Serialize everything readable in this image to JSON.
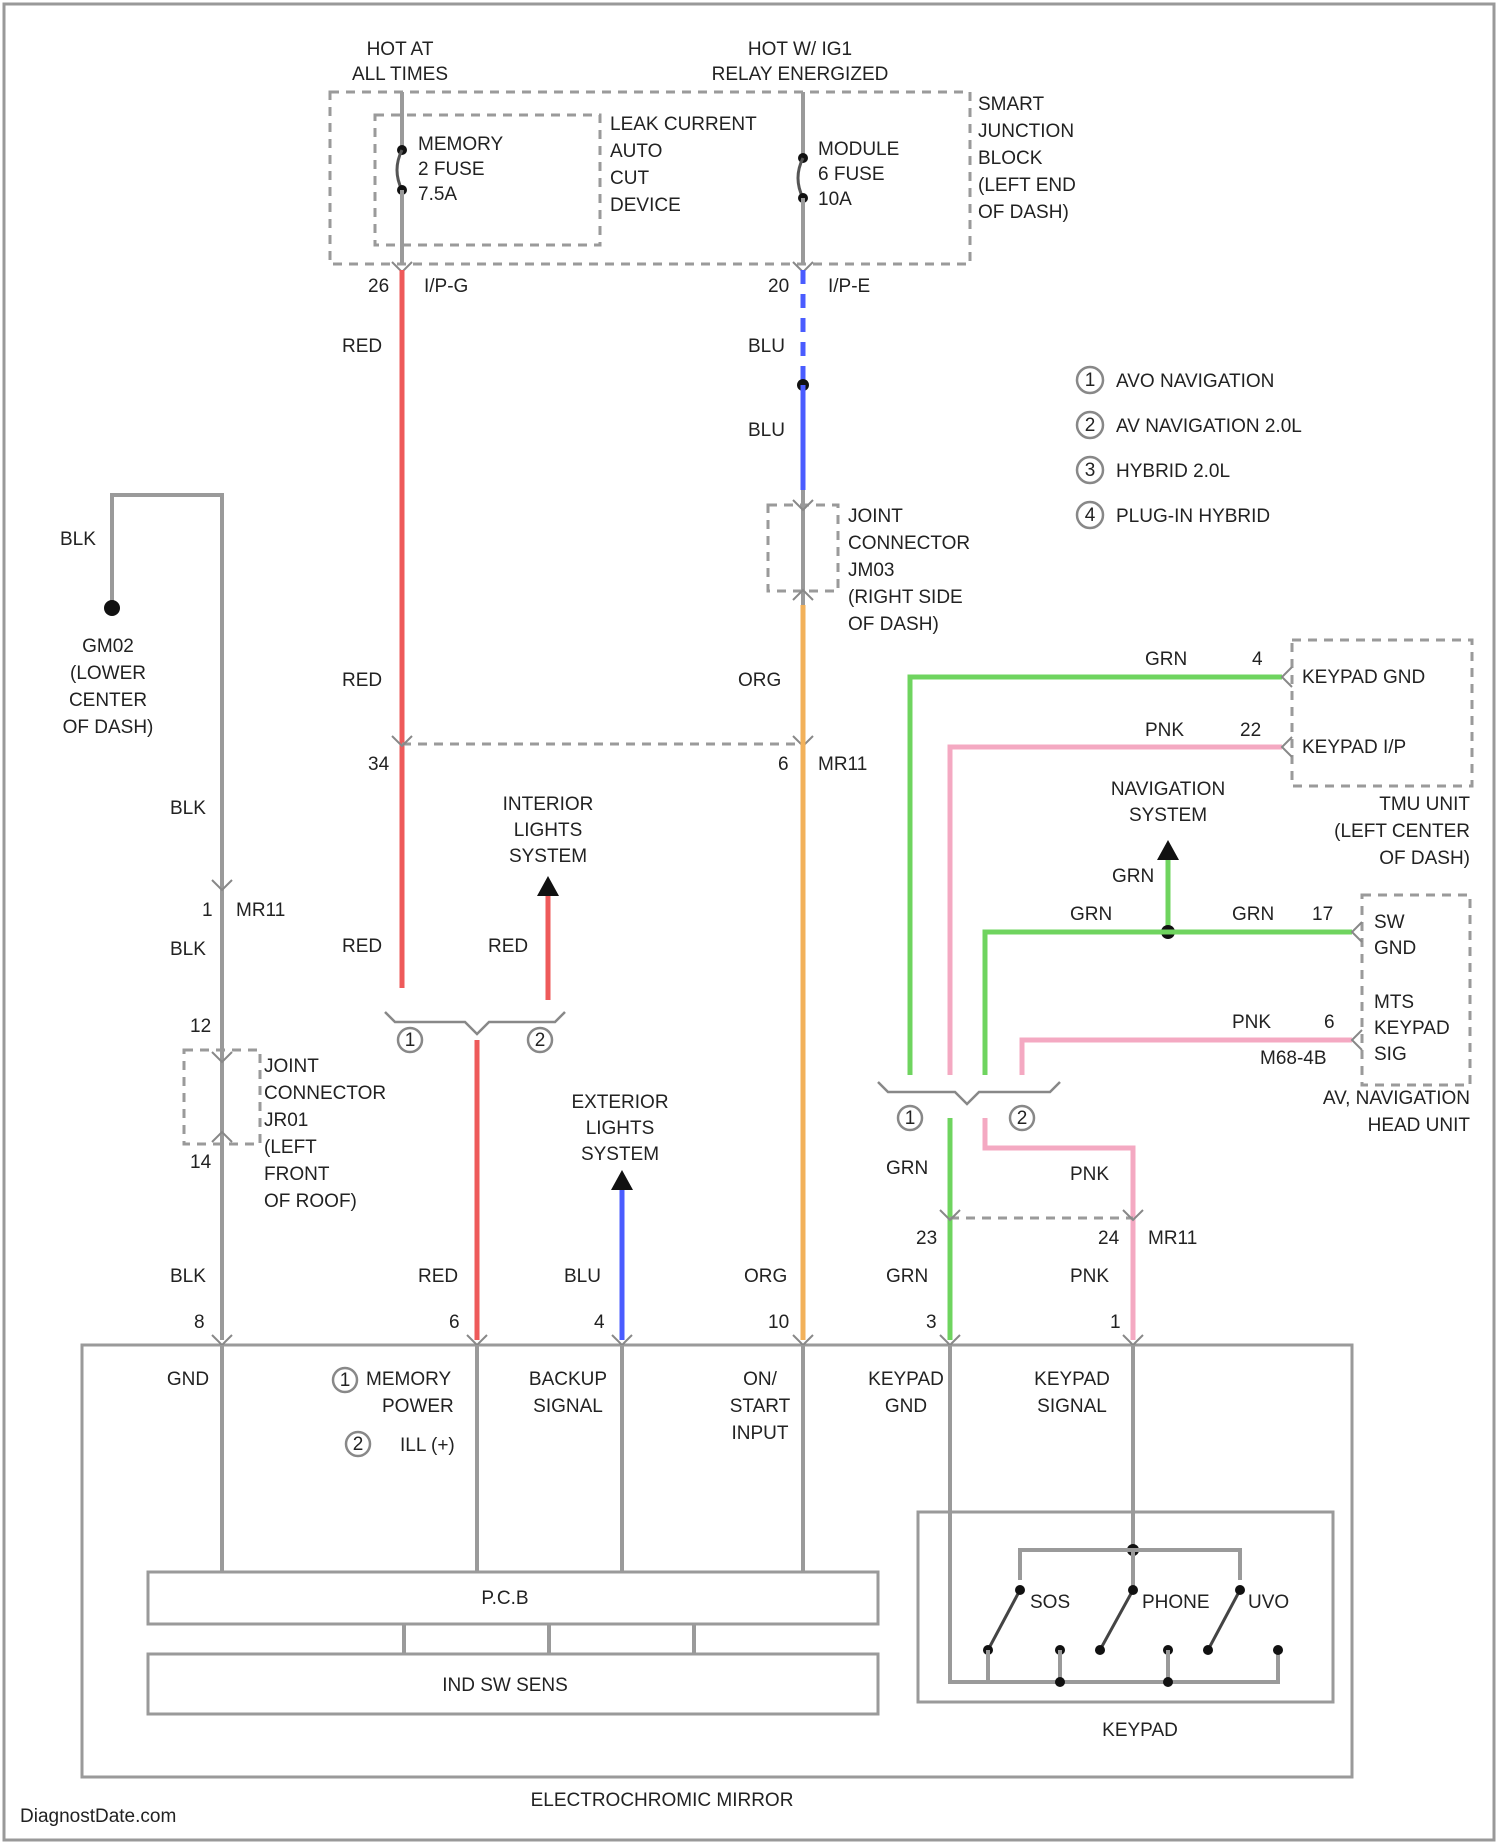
{
  "colors": {
    "red": "#ee5a5a",
    "blue": "#4a5cff",
    "orange": "#f2b15a",
    "green": "#6fd45f",
    "pink": "#f4a9c2",
    "gray": "#9a9a9a"
  },
  "power": {
    "hot_at_all_times_1": "HOT AT",
    "hot_at_all_times_2": "ALL TIMES",
    "hot_relay_1": "HOT W/ IG1",
    "hot_relay_2": "RELAY ENERGIZED"
  },
  "sjb": {
    "lines": [
      "SMART",
      "JUNCTION",
      "BLOCK",
      "(LEFT END",
      "OF DASH)"
    ]
  },
  "leak_current": {
    "lines": [
      "LEAK CURRENT",
      "AUTO",
      "CUT",
      "DEVICE"
    ]
  },
  "fuse_memory": {
    "lines": [
      "MEMORY",
      "2 FUSE",
      "7.5A"
    ]
  },
  "fuse_module": {
    "lines": [
      "MODULE",
      "6 FUSE",
      "10A"
    ]
  },
  "pins": {
    "sjb_left_pin": "26",
    "sjb_left_conn": "I/P-G",
    "sjb_right_pin": "20",
    "sjb_right_conn": "I/P-E",
    "mr11_pin_left": "34",
    "mr11_pin_right": "6",
    "mr11_label": "MR11",
    "gnd_mr11_pin": "1",
    "gnd_mr11_label": "MR11",
    "jr01_top_pin": "12",
    "jr01_bottom_pin": "14",
    "bottom_mr11_pin_left": "23",
    "bottom_mr11_pin_right": "24",
    "bottom_mr11_label": "MR11",
    "tmu_pin_grn": "4",
    "tmu_pin_pnk": "22",
    "nav_pin_grn": "17",
    "nav_pin_pnk": "6",
    "nav_conn": "M68-4B",
    "mirror_pin_gnd": "8",
    "mirror_pin_mem": "6",
    "mirror_pin_backup": "4",
    "mirror_pin_ign": "10",
    "mirror_pin_keygnd": "3",
    "mirror_pin_keysig": "1"
  },
  "wire_colors": {
    "red": "RED",
    "blu": "BLU",
    "org": "ORG",
    "blk": "BLK",
    "grn": "GRN",
    "pnk": "PNK"
  },
  "legend": [
    {
      "num": "1",
      "label": "AVO NAVIGATION"
    },
    {
      "num": "2",
      "label": "AV NAVIGATION 2.0L"
    },
    {
      "num": "3",
      "label": "HYBRID 2.0L"
    },
    {
      "num": "4",
      "label": "PLUG-IN HYBRID"
    }
  ],
  "joint_jm3": {
    "lines": [
      "JOINT",
      "CONNECTOR",
      "JM03",
      "(RIGHT SIDE",
      "OF DASH)"
    ]
  },
  "ground_gm02": {
    "lines": [
      "GM02",
      "(LOWER",
      "CENTER",
      "OF DASH)"
    ]
  },
  "joint_jr01": {
    "lines": [
      "JOINT",
      "CONNECTOR",
      "JR01",
      "(LEFT",
      "FRONT",
      "OF ROOF)"
    ]
  },
  "interior_lights": {
    "lines": [
      "INTERIOR",
      "LIGHTS",
      "SYSTEM"
    ]
  },
  "exterior_lights": {
    "lines": [
      "EXTERIOR",
      "LIGHTS",
      "SYSTEM"
    ]
  },
  "navigation_system": {
    "lines": [
      "NAVIGATION",
      "SYSTEM"
    ]
  },
  "tmu": {
    "keypad_gnd": "KEYPAD GND",
    "keypad_ip": "KEYPAD I/P",
    "lines": [
      "TMU UNIT",
      "(LEFT CENTER",
      "OF DASH)"
    ]
  },
  "av_nav": {
    "sw_gnd_1": "SW",
    "sw_gnd_2": "GND",
    "mts_1": "MTS",
    "mts_2": "KEYPAD",
    "mts_3": "SIG",
    "lines": [
      "AV, NAVIGATION",
      "HEAD UNIT"
    ]
  },
  "mirror": {
    "gnd": "GND",
    "memory_power_1": "MEMORY",
    "memory_power_2": "POWER",
    "ill": "ILL (+)",
    "backup_1": "BACKUP",
    "backup_2": "SIGNAL",
    "ign_1": "ON/",
    "ign_2": "START",
    "ign_3": "INPUT",
    "kgnd_1": "KEYPAD",
    "kgnd_2": "GND",
    "ksig_1": "KEYPAD",
    "ksig_2": "SIGNAL",
    "pcb": "P.C.B",
    "ind_sensor": "IND SW SENS",
    "title": "ELECTROCHROMIC MIRROR"
  },
  "keypad": {
    "sos": "SOS",
    "phone": "PHONE",
    "uvo": "UVO",
    "title": "KEYPAD"
  },
  "watermark": "DiagnostDate.com"
}
